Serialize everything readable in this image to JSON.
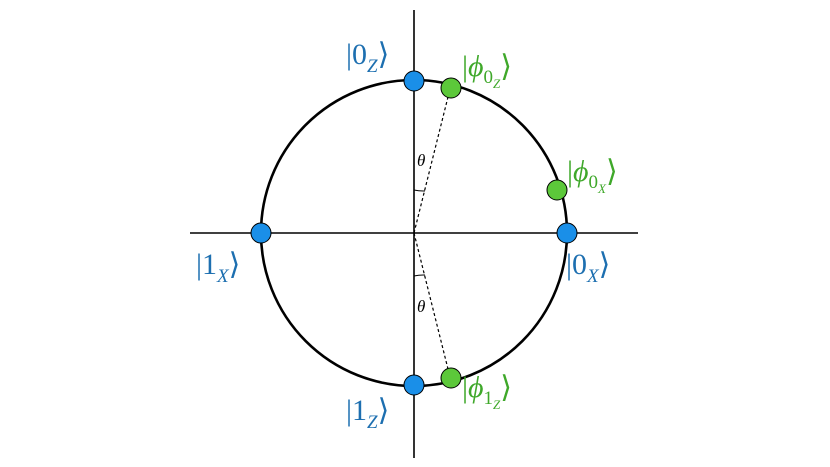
{
  "colors": {
    "basis_state": "#1a8fe8",
    "encoded_state": "#5cc83a",
    "label_basis": "#1d6fb0",
    "label_encoded": "#3fa82a",
    "line": "#000000"
  },
  "angle_label": "θ",
  "labels": {
    "zero_z": {
      "ket_left": "|",
      "digit": "0",
      "sub": "Z",
      "ket_right": "⟩"
    },
    "one_z": {
      "ket_left": "|",
      "digit": "1",
      "sub": "Z",
      "ket_right": "⟩"
    },
    "zero_x": {
      "ket_left": "|",
      "digit": "0",
      "sub": "X",
      "ket_right": "⟩"
    },
    "one_x": {
      "ket_left": "|",
      "digit": "1",
      "sub": "X",
      "ket_right": "⟩"
    },
    "phi_zero_z": {
      "ket_left": "|",
      "phi": "ϕ",
      "sub": "0",
      "subsub": "Z",
      "ket_right": "⟩"
    },
    "phi_zero_x": {
      "ket_left": "|",
      "phi": "ϕ",
      "sub": "0",
      "subsub": "X",
      "ket_right": "⟩"
    },
    "phi_one_z": {
      "ket_left": "|",
      "phi": "ϕ",
      "sub": "1",
      "subsub": "Z",
      "ket_right": "⟩"
    }
  }
}
